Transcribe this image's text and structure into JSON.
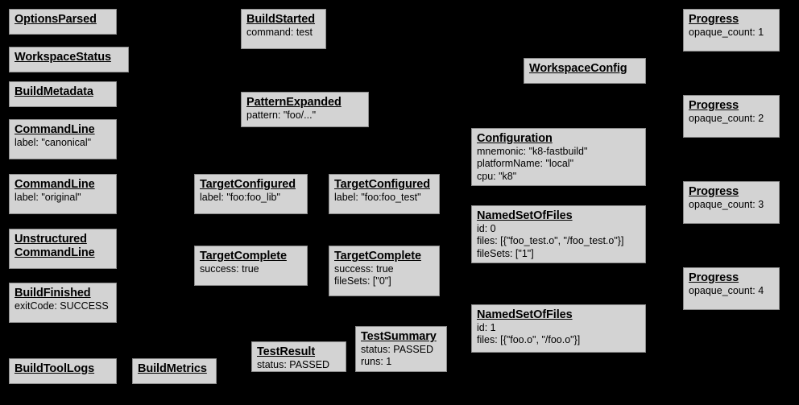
{
  "diagram": {
    "background_color": "#000000",
    "node_fill_color": "#d3d3d3",
    "node_border_color": "#8c8c8c",
    "text_color": "#000000",
    "nodes": [
      {
        "title": "OptionsParsed",
        "fields": []
      },
      {
        "title": "WorkspaceStatus",
        "fields": []
      },
      {
        "title": "BuildMetadata",
        "fields": []
      },
      {
        "title": "CommandLine",
        "fields": [
          "label: \"canonical\""
        ]
      },
      {
        "title": "CommandLine",
        "fields": [
          "label: \"original\""
        ]
      },
      {
        "title": "Unstructured\nCommandLine",
        "fields": []
      },
      {
        "title": "BuildFinished",
        "fields": [
          "exitCode: SUCCESS"
        ]
      },
      {
        "title": "BuildToolLogs",
        "fields": []
      },
      {
        "title": "BuildMetrics",
        "fields": []
      },
      {
        "title": "BuildStarted",
        "fields": [
          "command: test"
        ]
      },
      {
        "title": "PatternExpanded",
        "fields": [
          "pattern: \"foo/...\""
        ]
      },
      {
        "title": "TargetConfigured",
        "fields": [
          "label: \"foo:foo_lib\""
        ]
      },
      {
        "title": "TargetConfigured",
        "fields": [
          "label: \"foo:foo_test\""
        ]
      },
      {
        "title": "TargetComplete",
        "fields": [
          "success: true"
        ]
      },
      {
        "title": "TargetComplete",
        "fields": [
          "success: true",
          "fileSets: [\"0\"]"
        ]
      },
      {
        "title": "TestResult",
        "fields": [
          "status: PASSED"
        ]
      },
      {
        "title": "TestSummary",
        "fields": [
          "status: PASSED",
          "runs: 1"
        ]
      },
      {
        "title": "WorkspaceConfig",
        "fields": []
      },
      {
        "title": "Configuration",
        "fields": [
          "mnemonic: \"k8-fastbuild\"",
          "platformName: \"local\"",
          "cpu: \"k8\""
        ]
      },
      {
        "title": "NamedSetOfFiles",
        "fields": [
          "id: 0",
          "files: [{\"foo_test.o\", \"/foo_test.o\"}]",
          "fileSets: [\"1\"]"
        ]
      },
      {
        "title": "NamedSetOfFiles",
        "fields": [
          "id: 1",
          "files: [{\"foo.o\", \"/foo.o\"}]"
        ]
      },
      {
        "title": "Progress",
        "fields": [
          "opaque_count: 1"
        ]
      },
      {
        "title": "Progress",
        "fields": [
          "opaque_count: 2"
        ]
      },
      {
        "title": "Progress",
        "fields": [
          "opaque_count: 3"
        ]
      },
      {
        "title": "Progress",
        "fields": [
          "opaque_count: 4"
        ]
      }
    ]
  }
}
